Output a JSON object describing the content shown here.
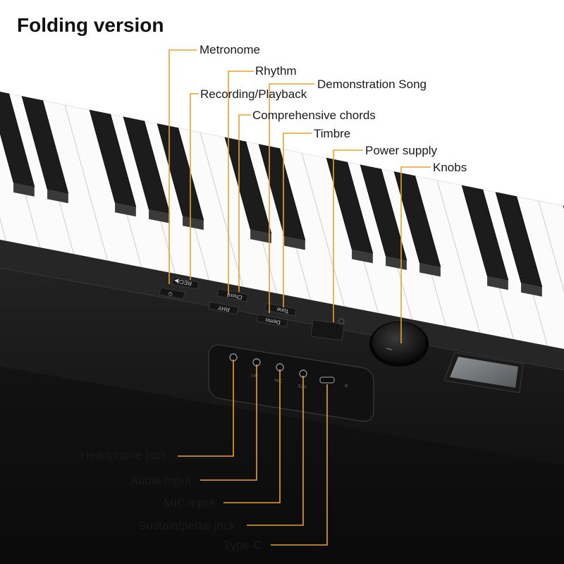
{
  "title": "Folding version",
  "labels": {
    "metronome": "Metronome",
    "rhythm": "Rhythm",
    "demo_song": "Demonstration Song",
    "recording": "Recording/Playback",
    "chords": "Comprehensive chords",
    "timbre": "Timbre",
    "power": "Power supply",
    "knobs": "Knobs",
    "headphone": "Headphone jack",
    "audio": "Audio Input",
    "mic": "MIC input",
    "sustain": "Sustain/pedal jack",
    "typec": "Type-C"
  },
  "button_labels": {
    "rec": "REC/▶",
    "chord": "Chord",
    "rhy": "RHY",
    "tone": "Tone",
    "demo": "Demo"
  },
  "jack_labels": [
    "",
    "LIN",
    "MIC",
    "SUS"
  ],
  "colors": {
    "leader_line": "#e9a22b",
    "body": "#1b1b1b",
    "white_key": "#fbfbfb",
    "black_key": "#1c1c1c"
  }
}
